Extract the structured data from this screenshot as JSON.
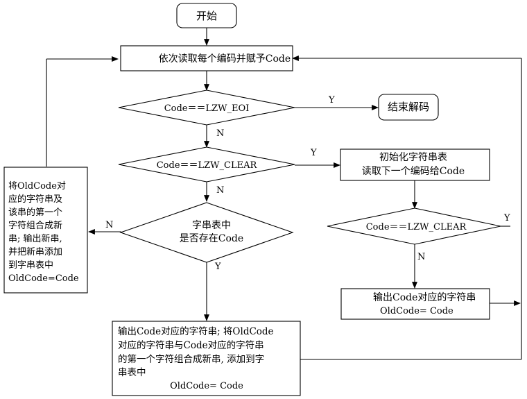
{
  "start": "开始",
  "read_code": "依次读取每个编码并赋予Code",
  "cond_eoi": "Code＝＝LZW_EOI",
  "end_decode": "结束解码",
  "cond_clear": "Code＝＝LZW_CLEAR",
  "init_table": [
    "初始化字符串表",
    "读取下一个编码给Code"
  ],
  "cond_exists": [
    "字串表中",
    "是否存在Code"
  ],
  "cond_clear2": "Code＝＝LZW_CLEAR",
  "output_code": [
    "输出Code对应的字符串",
    "OldCode= Code"
  ],
  "left_box": [
    "将OldCode对",
    "应的字符串及",
    "该串的第一个",
    "字符组合成新",
    "串; 输出新串,",
    "并把新串添加",
    "到字串表中",
    "OldCode=Code"
  ],
  "bottom_box": [
    "输出Code对应的字符串; 将OldCode",
    "对应的字符串与Code对应的字符串",
    "的第一个字符组合成新串, 添加到字",
    "串表中",
    "OldCode= Code"
  ],
  "labels": {
    "y": "Y",
    "n": "N"
  }
}
